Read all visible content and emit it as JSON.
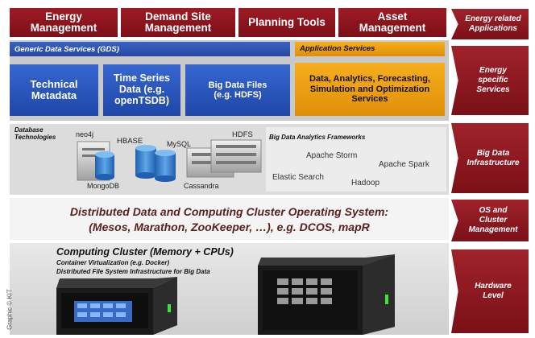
{
  "top_boxes": {
    "energy_management": "Energy\nManagement",
    "demand_site": "Demand Site\nManagement",
    "planning_tools": "Planning Tools",
    "asset_management": "Asset\nManagement"
  },
  "side_labels": {
    "apps": "Energy related\nApplications",
    "energy_services": "Energy\nspecific\nServices",
    "big_data": "Big Data\nInfrastructure",
    "os": "OS and\nCluster\nManagement",
    "hardware": "Hardware\nLevel"
  },
  "gds": {
    "bar_label": "Generic Data Services (GDS)",
    "technical_metadata": "Technical\nMetadata",
    "time_series": "Time Series\nData (e.g.\nopenTSDB)",
    "big_data_files": "Big Data Files\n(e.g. HDFS)"
  },
  "app_services": {
    "bar_label": "Application Services",
    "box_label": "Data, Analytics, Forecasting,\nSimulation and Optimization\nServices"
  },
  "db_tech": {
    "title": "Database\nTechnologies",
    "neo4j": "neo4j",
    "hbase": "HBASE",
    "mysql": "MySQL",
    "hdfs": "HDFS",
    "mongodb": "MongoDB",
    "cassandra": "Cassandra"
  },
  "analytics": {
    "title": "Big Data Analytics Frameworks",
    "storm": "Apache Storm",
    "spark": "Apache Spark",
    "elastic": "Elastic Search",
    "hadoop": "Hadoop"
  },
  "os_band": {
    "line1": "Distributed Data and Computing Cluster Operating System:",
    "line2": "(Mesos, Marathon, ZooKeeper, …), e.g. DCOS, mapR"
  },
  "hardware": {
    "title": "Computing Cluster (Memory + CPUs)",
    "line1": "Container Virtualization (e.g. Docker)",
    "line2": "Distributed File System Infrastructure for Big Data"
  },
  "credit": "Graphic © KIT"
}
